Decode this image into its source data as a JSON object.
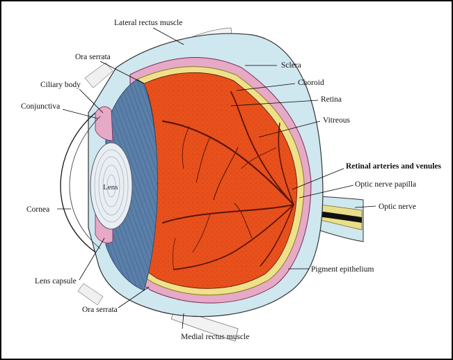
{
  "colors": {
    "sclera": "#cfe7ef",
    "choroid": "#e6a9c6",
    "retina": "#efe18a",
    "vitreous": "#e8501c",
    "iris": "#5a7fa8",
    "vessel": "#5a1408",
    "nerve": "#e9df8a"
  },
  "labels": {
    "lateral_rectus": "Lateral rectus muscle",
    "sclera": "Sclera",
    "ora_serrata_top": "Ora serrata",
    "choroid": "Choroid",
    "ciliary_body": "Ciliary body",
    "retina": "Retina",
    "conjunctiva": "Conjunctiva",
    "vitreous": "Vitreous",
    "retinal_vessels": "Retinal arteries and venules",
    "optic_papilla": "Optic nerve papilla",
    "lens": "Lens",
    "cornea": "Cornea",
    "optic_nerve": "Optic nerve",
    "pigment_epithelium": "Pigment epithelium",
    "lens_capsule": "Lens capsule",
    "ora_serrata_bottom": "Ora serrata",
    "medial_rectus": "Medial rectus muscle"
  }
}
